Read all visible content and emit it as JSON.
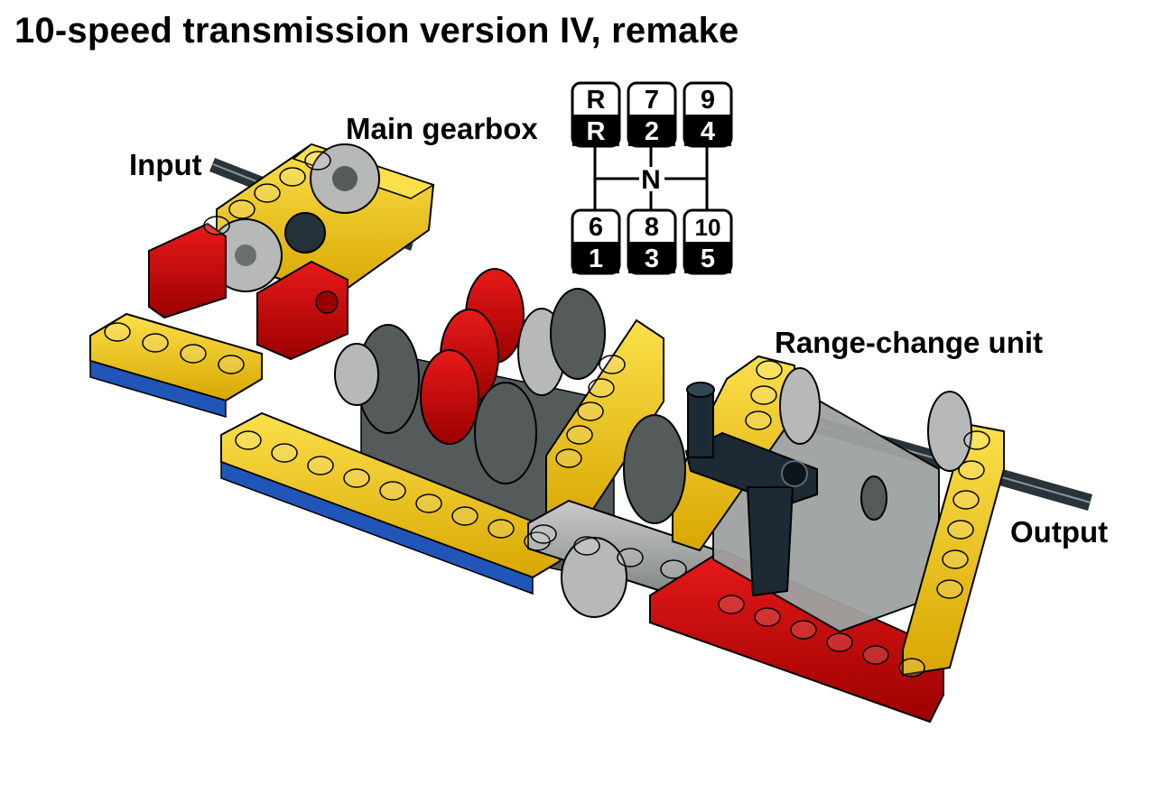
{
  "title": "10-speed transmission version IV, remake",
  "labels": {
    "input": "Input",
    "main_gearbox": "Main gearbox",
    "range_change_unit": "Range-change unit",
    "output": "Output"
  },
  "shift_pattern": {
    "neutral": "N",
    "gates": [
      {
        "top": "R",
        "bottom": "R"
      },
      {
        "top": "7",
        "bottom": "2"
      },
      {
        "top": "9",
        "bottom": "4"
      },
      {
        "top": "6",
        "bottom": "1"
      },
      {
        "top": "8",
        "bottom": "3"
      },
      {
        "top": "10",
        "bottom": "5"
      }
    ]
  },
  "colors": {
    "yellow": "#f5cd12",
    "red": "#d00000",
    "blue": "#1f56b8",
    "light_gray": "#a5a9a8",
    "dark_gray": "#555a5a",
    "black": "#1b2a34"
  }
}
